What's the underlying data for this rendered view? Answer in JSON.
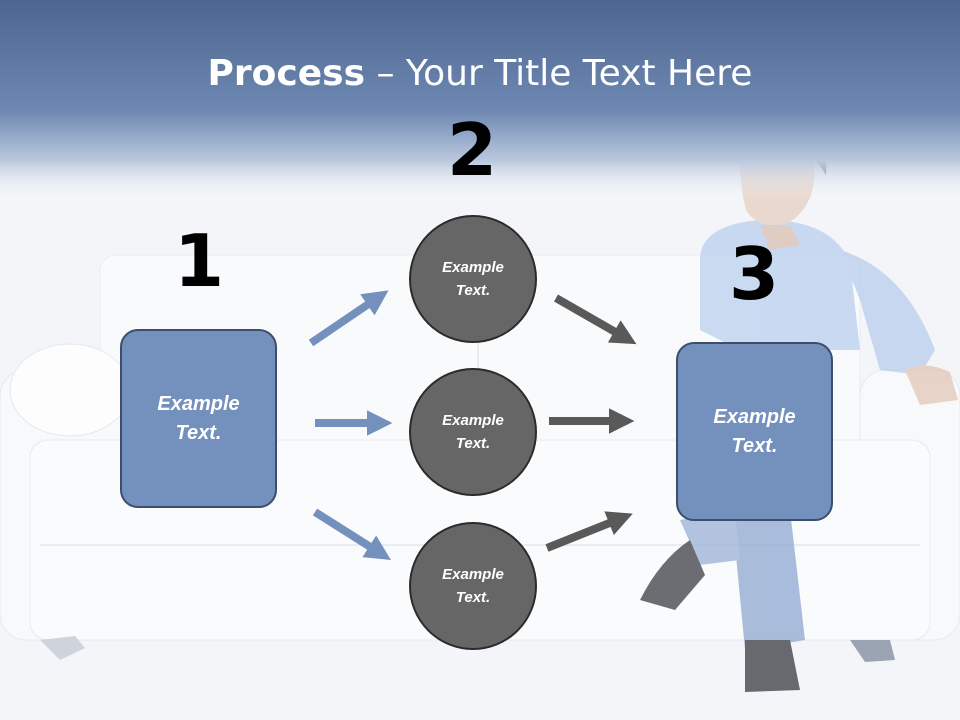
{
  "slide": {
    "title_bold": "Process",
    "title_rest": " – Your Title Text Here",
    "colors": {
      "header_band": "#5b77a3",
      "box_fill": "#7490bd",
      "circle_fill": "#666666",
      "arrow_blue": "#7490bd",
      "arrow_gray": "#595959"
    }
  },
  "steps": [
    {
      "number": "1",
      "text_line1": "Example",
      "text_line2": "Text."
    },
    {
      "number": "2"
    },
    {
      "number": "3",
      "text_line1": "Example",
      "text_line2": "Text."
    }
  ],
  "circles": [
    {
      "text_line1": "Example",
      "text_line2": "Text."
    },
    {
      "text_line1": "Example",
      "text_line2": "Text."
    },
    {
      "text_line1": "Example",
      "text_line2": "Text."
    }
  ]
}
